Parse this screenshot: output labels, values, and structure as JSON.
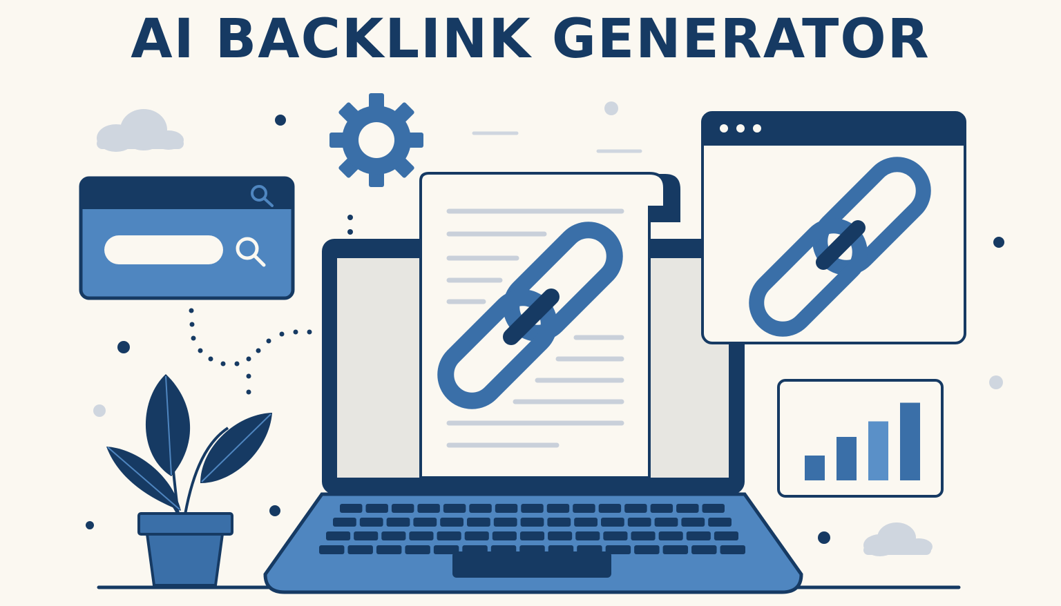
{
  "header": {
    "title": "AI BACKLINK GENERATOR"
  },
  "palette": {
    "background": "#fbf8f1",
    "navy": "#163a63",
    "blue": "#3a6fa8",
    "mid_blue": "#4f86c0",
    "light_blue": "#6a9ed0",
    "gray": "#c9d0da",
    "screen_gray": "#e7e6e1"
  },
  "illustration": {
    "subjects": [
      "gear-icon",
      "search-window",
      "document-with-link",
      "laptop",
      "browser-window-with-link",
      "bar-chart",
      "plant",
      "clouds"
    ],
    "bar_chart": {
      "values": [
        0.24,
        0.42,
        0.57,
        0.75
      ]
    }
  }
}
